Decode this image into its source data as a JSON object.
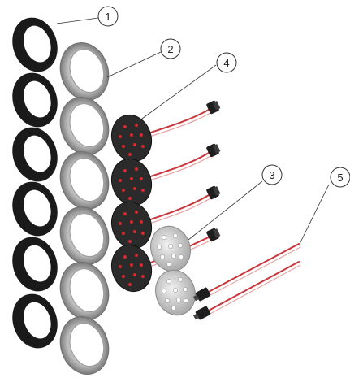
{
  "callouts": {
    "c1": "1",
    "c2": "2",
    "c3": "3",
    "c4": "4",
    "c5": "5"
  },
  "colors": {
    "black_ring": "#1a1a1a",
    "grey_ring": "#8a8a8a",
    "grey_ring_light": "#cfcfcf",
    "led_disc": "#2b2b2b",
    "led_dot": "#d6282c",
    "lens_disc": "#c8c8c8",
    "wire_red": "#c8373b",
    "connector": "#1e1e1e"
  }
}
